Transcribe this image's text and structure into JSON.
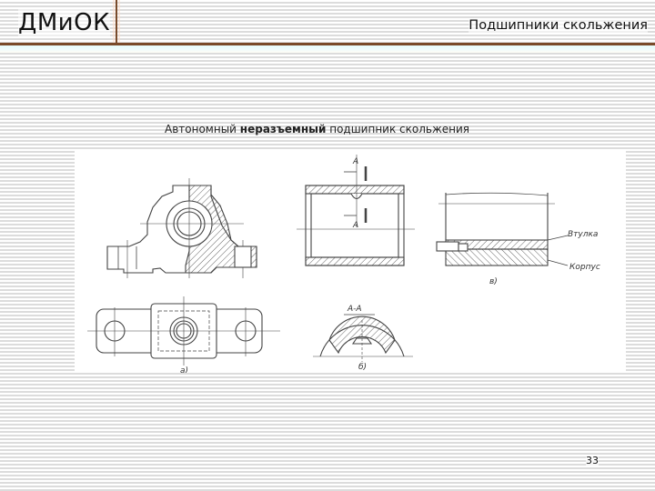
{
  "header": {
    "logo": "ДМиОК",
    "title": "Подшипники скольжения"
  },
  "caption": {
    "prefix": "Автономный ",
    "bold": "неразъемный",
    "suffix": " подшипник скольжения"
  },
  "figure": {
    "labels": {
      "section_mark_top": "А",
      "section_mark_bottom": "А",
      "section_title": "А-А",
      "view_a": "а)",
      "view_b": "б)",
      "view_c": "в)",
      "bushing": "Втулка",
      "housing": "Корпус"
    }
  },
  "footer": {
    "page_number": "33"
  },
  "colors": {
    "accent_rule": "#7a4a2a",
    "stripe": "#dcdcdc"
  }
}
